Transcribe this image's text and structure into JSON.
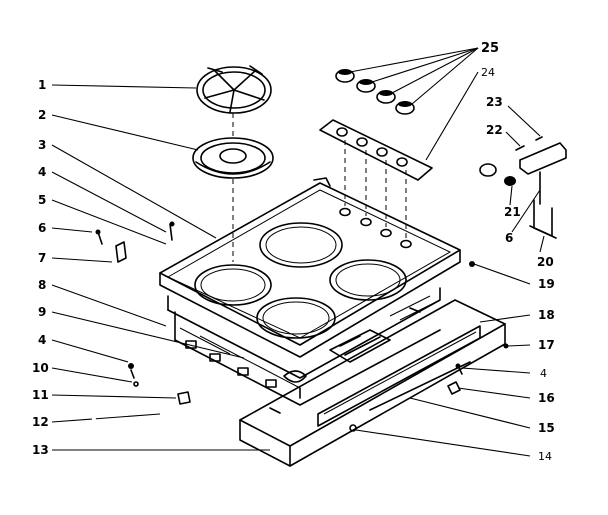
{
  "diagram": {
    "labels": {
      "n1": "1",
      "n2": "2",
      "n3": "3",
      "n4a": "4",
      "n5": "5",
      "n6a": "6",
      "n7": "7",
      "n8": "8",
      "n9": "9",
      "n4b": "4",
      "n10": "10",
      "n11": "11",
      "n12": "12",
      "n13": "13",
      "n25": "25",
      "n24": "24",
      "n23": "23",
      "n22": "22",
      "n21": "21",
      "n6b": "6",
      "n20": "20",
      "n19": "19",
      "n18a": "18",
      "n17": "17",
      "n4c": "4",
      "n16": "16",
      "n15": "15",
      "n14": "14"
    }
  }
}
